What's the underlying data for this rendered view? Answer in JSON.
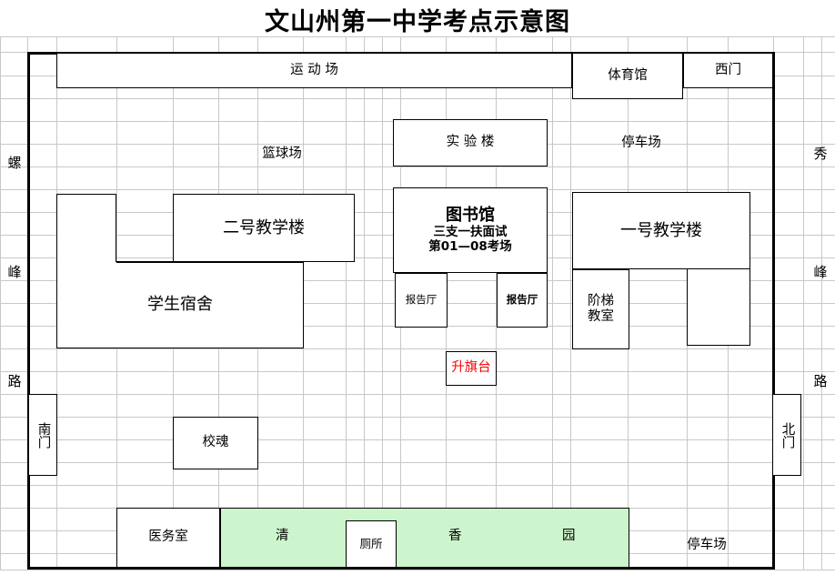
{
  "page": {
    "title": "文山州第一中学考点示意图"
  },
  "colors": {
    "grid_line": "#c8c8c8",
    "border": "#000000",
    "garden_fill": "#cdf5cd",
    "flag_text": "#ff0000"
  },
  "roads": {
    "left": {
      "chars": [
        "螺",
        "峰",
        "路"
      ]
    },
    "right": {
      "chars": [
        "秀",
        "峰",
        "路"
      ]
    }
  },
  "gates": {
    "west": "西门",
    "south": "南门",
    "north": "北门"
  },
  "areas": {
    "playground": "运    动    场",
    "gymnasium": "体育馆",
    "basketball_court": "篮球场",
    "lab_building": "实 验 楼",
    "parking_top": "停车场",
    "parking_bottom": "停车场",
    "teaching_building_2": "二号教学楼",
    "teaching_building_1": "一号教学楼",
    "student_dorm": "学生宿舍",
    "library_title": "图书馆",
    "library_line2": "三支一扶面试",
    "library_line3": "第01—08考场",
    "lecture_hall_left": "报告厅",
    "lecture_hall_right": "报告厅",
    "stepped_classroom_line1": "阶梯",
    "stepped_classroom_line2": "教室",
    "flag_platform": "升旗台",
    "school_soul": "校魂",
    "clinic": "医务室",
    "garden": [
      "清",
      "香",
      "园"
    ],
    "toilet": "厕所"
  },
  "grid": {
    "v_lines": [
      30,
      62,
      128,
      190,
      240,
      283,
      333,
      380,
      400,
      420,
      440,
      490,
      545,
      607,
      627,
      690,
      755,
      800,
      850,
      883
    ],
    "h_lines": [
      40,
      57,
      83,
      108,
      133,
      158,
      183,
      208,
      233,
      258,
      283,
      308,
      333,
      358,
      383,
      408,
      433,
      458,
      483,
      508,
      533,
      558,
      583,
      608,
      626
    ]
  }
}
